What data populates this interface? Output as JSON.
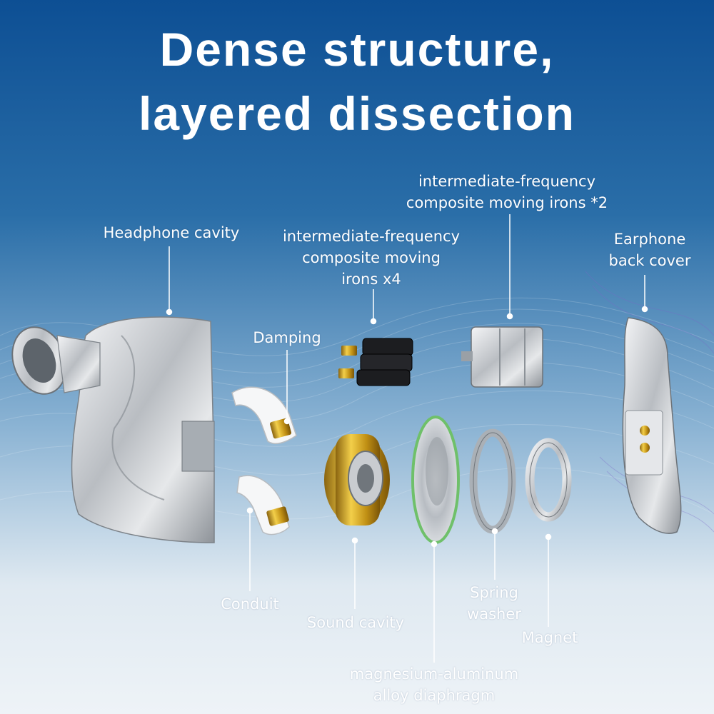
{
  "title": {
    "line1": "Dense structure,",
    "line2": "layered dissection"
  },
  "labels": {
    "headphone_cavity": "Headphone cavity",
    "mid_irons_x4_l1": "intermediate-frequency",
    "mid_irons_x4_l2": "composite moving",
    "mid_irons_x4_l3": "irons x4",
    "mid_irons_x2_l1": "intermediate-frequency",
    "mid_irons_x2_l2": "composite moving irons *2",
    "back_cover_l1": "Earphone",
    "back_cover_l2": "back cover",
    "damping": "Damping",
    "conduit": "Conduit",
    "sound_cavity": "Sound cavity",
    "spring_washer_l1": "Spring",
    "spring_washer_l2": "washer",
    "magnet": "Magnet",
    "diaphragm_l1": "magnesium-aluminum",
    "diaphragm_l2": "alloy diaphragm"
  },
  "colors": {
    "background_top": "#0d4f94",
    "background_bottom": "#eef3f7",
    "text": "#ffffff",
    "leader_line": "#ffffff",
    "metal": "#c9ccd0",
    "gold": "#d8a920",
    "diaphragm_rim": "#6fc06a"
  }
}
